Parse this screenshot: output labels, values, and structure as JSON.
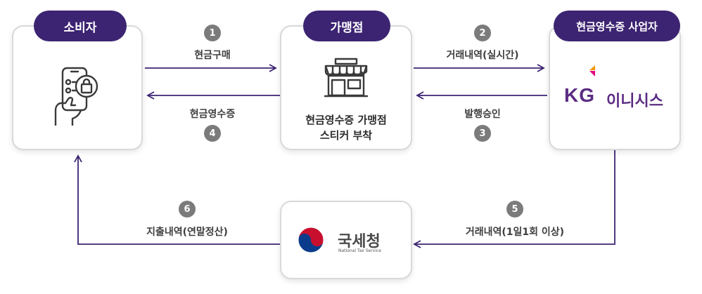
{
  "nodes": {
    "consumer": {
      "label": "소비자"
    },
    "merchant": {
      "label": "가맹점",
      "caption_line1": "현금영수증 가맹점",
      "caption_line2": "스티커 부착"
    },
    "provider": {
      "label": "현금영수증 사업자",
      "logo_kg": "KG",
      "logo_text": "이니시스"
    },
    "nts": {
      "name": "국세청",
      "subname": "National Tax Service"
    }
  },
  "steps": [
    {
      "num": "1",
      "label": "현금구매"
    },
    {
      "num": "2",
      "label": "거래내역(실시간)"
    },
    {
      "num": "3",
      "label": "발행승인"
    },
    {
      "num": "4",
      "label": "현금영수증"
    },
    {
      "num": "5",
      "label": "거래내역(1일1회 이상)"
    },
    {
      "num": "6",
      "label": "지출내역(연말정산)"
    }
  ],
  "colors": {
    "pill": "#3c2472",
    "arrow": "#3c2472",
    "step_circle": "#7b7b7b",
    "kg_purple": "#5b2c83",
    "kg_orange": "#f39800",
    "kg_pink": "#e4007f",
    "nts_red": "#c8102e",
    "nts_blue": "#0b3c8c"
  }
}
